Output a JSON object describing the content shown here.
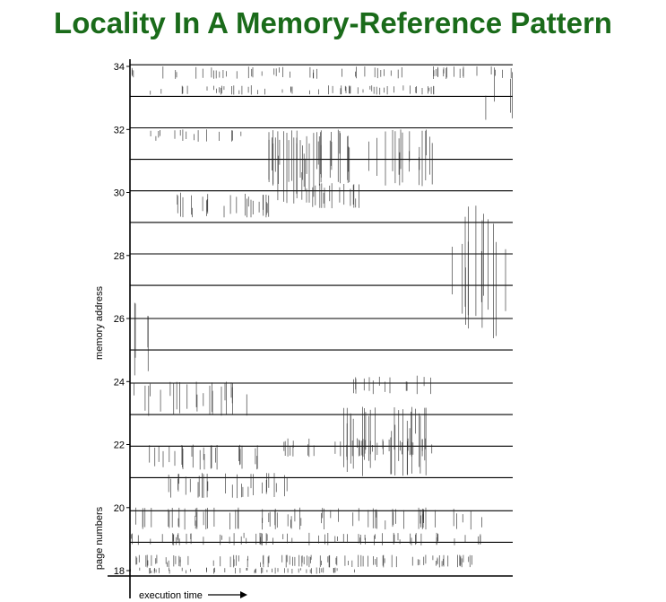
{
  "page": {
    "title": "Locality In A Memory-Reference Pattern",
    "title_color": "#1a6b1a"
  },
  "chart_data": {
    "type": "scatter",
    "title": "Locality In A Memory-Reference Pattern",
    "xlabel": "execution time",
    "ylabel": "memory address",
    "ylabel_secondary": "page numbers",
    "y_ticks": [
      18,
      20,
      22,
      24,
      26,
      28,
      30,
      32,
      34
    ],
    "ylim": [
      18,
      34
    ],
    "x_axis_arrow": true,
    "x_ticks": [],
    "page_boundaries": [
      18.9,
      19.9,
      20.95,
      21.95,
      22.95,
      23.95,
      25,
      26,
      27.05,
      28.05,
      29.05,
      30.05,
      31.05,
      32.05,
      33.05,
      34.05
    ],
    "xlim": [
      0,
      100
    ],
    "reference_regions": [
      {
        "x": [
          0,
          100
        ],
        "y": [
          33.6,
          34.0
        ],
        "density": 0.35
      },
      {
        "x": [
          5,
          80
        ],
        "y": [
          33.1,
          33.4
        ],
        "density": 0.45
      },
      {
        "x": [
          92,
          100
        ],
        "y": [
          32.3,
          34.0
        ],
        "density": 0.3
      },
      {
        "x": [
          5,
          36
        ],
        "y": [
          31.6,
          32.0
        ],
        "density": 0.3
      },
      {
        "x": [
          36,
          80
        ],
        "y": [
          30.2,
          32.0
        ],
        "density": 0.6
      },
      {
        "x": [
          36,
          48
        ],
        "y": [
          29.6,
          32.0
        ],
        "density": 0.8
      },
      {
        "x": [
          46,
          60
        ],
        "y": [
          29.5,
          30.3
        ],
        "density": 0.7
      },
      {
        "x": [
          10,
          38
        ],
        "y": [
          29.2,
          30.0
        ],
        "density": 0.55
      },
      {
        "x": [
          84,
          100
        ],
        "y": [
          25.3,
          29.6
        ],
        "density": 0.55
      },
      {
        "x": [
          1,
          5
        ],
        "y": [
          24.0,
          26.5
        ],
        "density": 0.4
      },
      {
        "x": [
          1,
          36
        ],
        "y": [
          22.9,
          24.0
        ],
        "density": 0.4
      },
      {
        "x": [
          58,
          80
        ],
        "y": [
          23.6,
          24.2
        ],
        "density": 0.4
      },
      {
        "x": [
          55,
          78
        ],
        "y": [
          21.0,
          23.2
        ],
        "density": 0.75
      },
      {
        "x": [
          38,
          80
        ],
        "y": [
          21.6,
          22.2
        ],
        "density": 0.5
      },
      {
        "x": [
          5,
          35
        ],
        "y": [
          21.2,
          22.0
        ],
        "density": 0.5
      },
      {
        "x": [
          10,
          42
        ],
        "y": [
          20.3,
          21.1
        ],
        "density": 0.55
      },
      {
        "x": [
          0,
          92
        ],
        "y": [
          19.3,
          20.0
        ],
        "density": 0.45
      },
      {
        "x": [
          0,
          92
        ],
        "y": [
          18.8,
          19.2
        ],
        "density": 0.45
      },
      {
        "x": [
          0,
          92
        ],
        "y": [
          18.1,
          18.5
        ],
        "density": 0.6
      },
      {
        "x": [
          0,
          60
        ],
        "y": [
          17.9,
          18.1
        ],
        "density": 0.5
      }
    ]
  }
}
